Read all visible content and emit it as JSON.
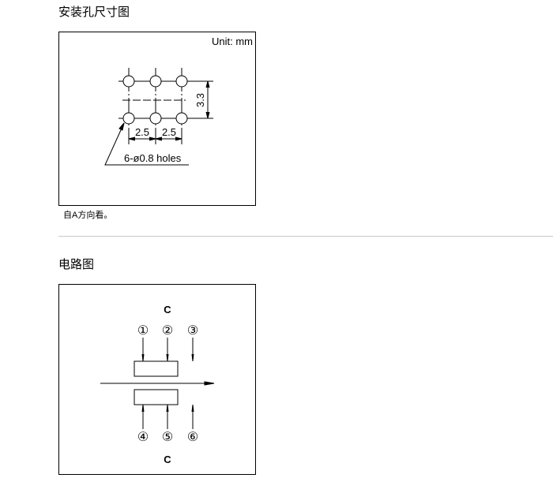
{
  "sections": [
    {
      "title": "安装孔尺寸图"
    },
    {
      "title": "电路图"
    }
  ],
  "mounting": {
    "unit": "Unit: mm",
    "pitch_x1": "2.5",
    "pitch_x2": "2.5",
    "pitch_y": "3.3",
    "holes": "6-ø0.8 holes",
    "note": "自A方向看。"
  },
  "circuit": {
    "common_top": "C",
    "common_bottom": "C",
    "pins": [
      "①",
      "②",
      "③",
      "④",
      "⑤",
      "⑥"
    ]
  }
}
